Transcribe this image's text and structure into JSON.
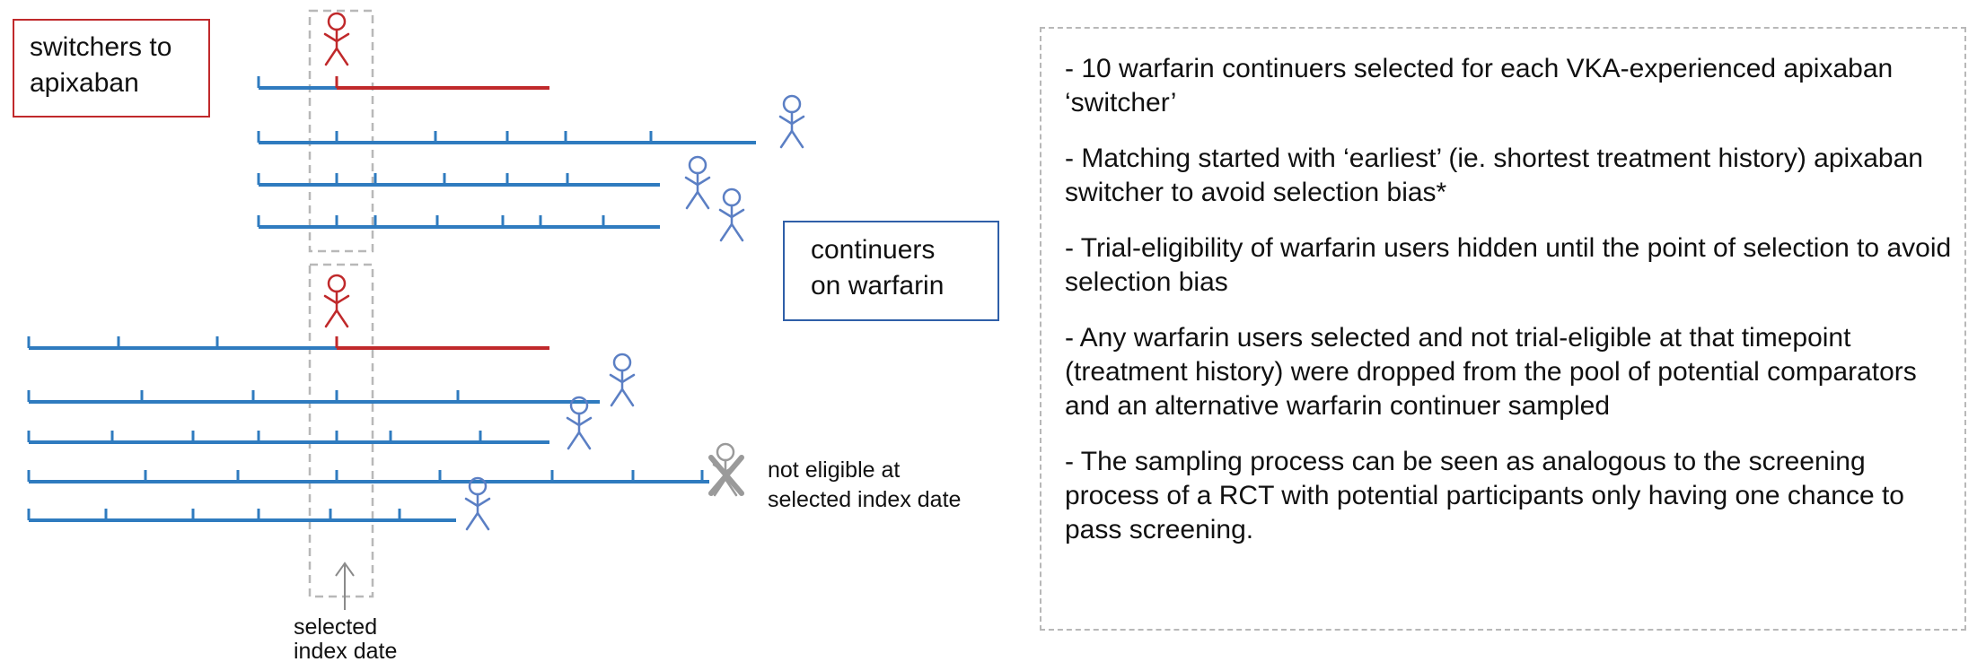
{
  "labels": {
    "switchers": [
      "switchers to",
      "apixaban"
    ],
    "continuers": [
      "continuers",
      "on warfarin"
    ],
    "not_eligible": [
      "not eligible at",
      "selected index date"
    ],
    "index_date": [
      "selected",
      "index date"
    ]
  },
  "notes": [
    "- 10 warfarin continuers selected for each VKA-experienced apixaban ‘switcher’",
    "- Matching started with ‘earliest’ (ie. shortest treatment history) apixaban switcher to avoid selection bias*",
    "- Trial-eligibility of warfarin users hidden until the point of selection to avoid selection bias",
    "- Any warfarin users selected and not trial-eligible at that timepoint (treatment history) were dropped from the pool of potential comparators and an alternative warfarin continuer sampled",
    "- The sampling process can be seen as analogous to the screening process of a RCT with potential participants only having one chance to pass screening."
  ],
  "colors": {
    "warfarin_line": "#2f7bbf",
    "apixaban_line": "#c0292b",
    "switcher_figure": "#c0292b",
    "continuer_figure": "#5b7fc4",
    "excluded_figure": "#9a9a9a",
    "dashed_border": "#b8b8b8"
  },
  "icons": [
    "switcher-figure-icon",
    "continuer-figure-icon",
    "excluded-figure-icon",
    "up-arrow-icon"
  ]
}
